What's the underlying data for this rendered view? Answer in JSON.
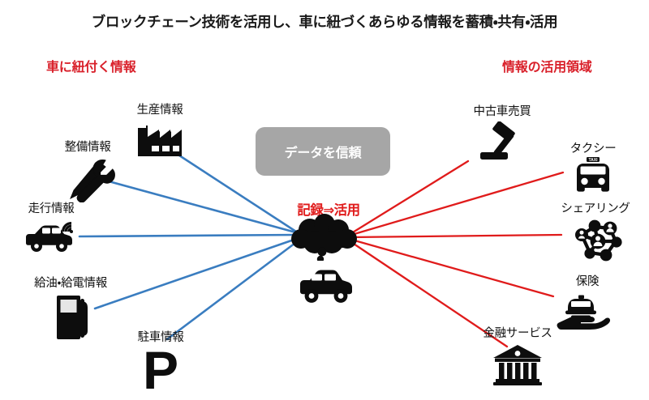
{
  "title": "ブロックチェーン技術を活用し、車に紐づくあらゆる情報を蓄積・共有・活用",
  "headings": {
    "left": "車に紐付く情報",
    "right": "情報の活用領域"
  },
  "center": {
    "trust_box_label": "データを信頼",
    "hub_caption": "記録⇒活用",
    "hub_icon": "cloud-icon",
    "hub_vehicle_icon": "car-icon"
  },
  "colors": {
    "left_link": "#3a7dc0",
    "right_link": "#e01b1b",
    "heading_red": "#d9202a",
    "trust_box_fill": "#a6a6a6",
    "icon_black": "#0d0d0d",
    "background": "#ffffff"
  },
  "left_nodes": [
    {
      "label": "生産情報",
      "icon": "factory-icon"
    },
    {
      "label": "整備情報",
      "icon": "wrench-screwdriver-icon"
    },
    {
      "label": "走行情報",
      "icon": "car-wifi-icon"
    },
    {
      "label": "給油・給電情報",
      "icon": "fuel-pump-icon"
    },
    {
      "label": "駐車情報",
      "icon": "parking-p-icon"
    }
  ],
  "right_nodes": [
    {
      "label": "中古車売買",
      "icon": "gavel-icon"
    },
    {
      "label": "タクシー",
      "icon": "taxi-icon"
    },
    {
      "label": "シェアリング",
      "icon": "network-share-icon"
    },
    {
      "label": "保険",
      "icon": "car-on-hand-icon"
    },
    {
      "label": "金融サービス",
      "icon": "bank-icon"
    }
  ]
}
